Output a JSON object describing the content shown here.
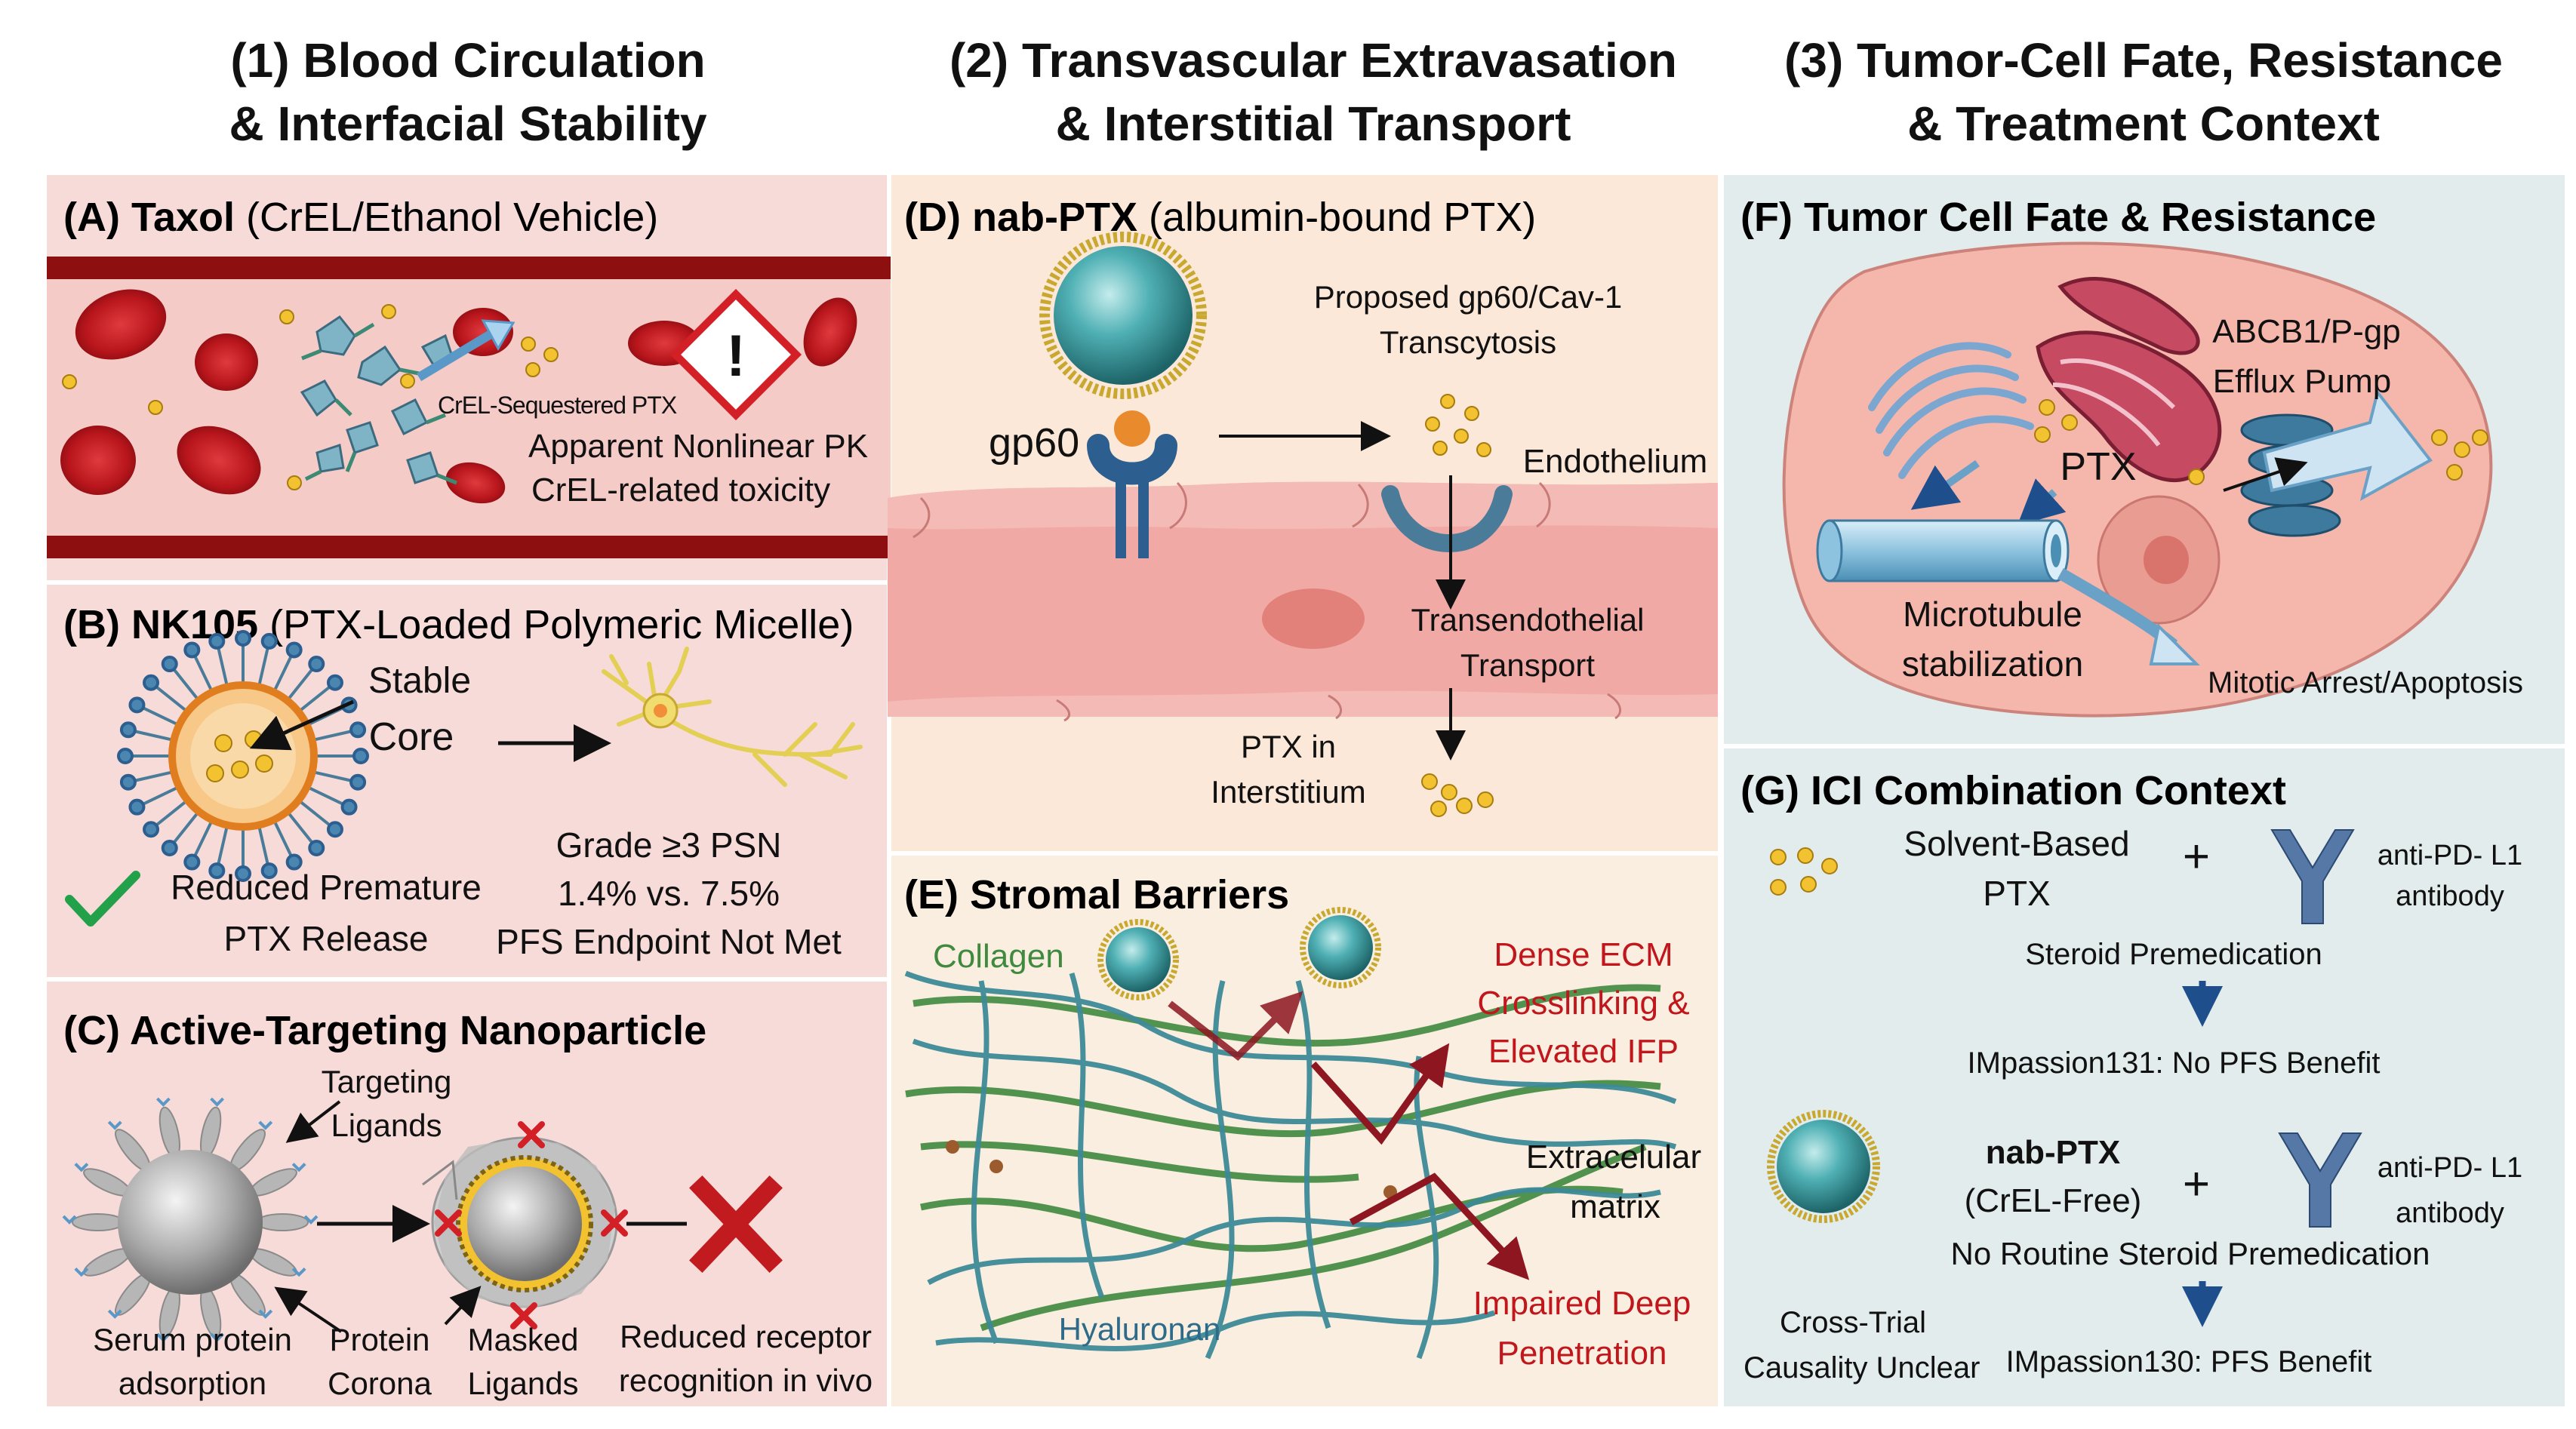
{
  "columns": [
    {
      "line1": "(1) Blood Circulation",
      "line2": "& Interfacial Stability"
    },
    {
      "line1": "(2) Transvascular Extravasation",
      "line2": "& Interstitial Transport"
    },
    {
      "line1": "(3) Tumor-Cell Fate, Resistance",
      "line2": "& Treatment Context"
    }
  ],
  "panel_a": {
    "label_bold": "(A) Taxol",
    "label_rest": " (CrEL/Ethanol Vehicle)",
    "sequestered": "CrEL-Sequestered PTX",
    "pk": "Apparent Nonlinear PK",
    "toxicity": "CrEL-related toxicity",
    "warning_glyph": "!"
  },
  "panel_b": {
    "label_bold": "(B) NK105",
    "label_rest": " (PTX-Loaded Polymeric Micelle)",
    "stable": "Stable",
    "core": "Core",
    "reduced1": "Reduced Premature",
    "reduced2": "PTX Release",
    "grade": "Grade ≥3 PSN",
    "rates": "1.4% vs. 7.5%",
    "pfs": "PFS Endpoint Not Met"
  },
  "panel_c": {
    "label": "(C) Active-Targeting Nanoparticle",
    "targeting1": "Targeting",
    "targeting2": "Ligands",
    "serum1": "Serum protein",
    "serum2": "adsorption",
    "corona1": "Protein",
    "corona2": "Corona",
    "masked1": "Masked",
    "masked2": "Ligands",
    "reduced1": "Reduced receptor",
    "reduced2": "recognition in vivo"
  },
  "panel_d": {
    "label_bold": "(D) nab-PTX",
    "label_rest": " (albumin-bound PTX)",
    "gp60": "gp60",
    "proposed1": "Proposed gp60/Cav-1",
    "proposed2": "Transcytosis",
    "endothelium": "Endothelium",
    "transendo1": "Transendothelial",
    "transendo2": "Transport",
    "ptx1": "PTX in",
    "ptx2": "Interstitium"
  },
  "panel_e": {
    "label": "(E) Stromal Barriers",
    "collagen": "Collagen",
    "dense1": "Dense ECM",
    "dense2": "Crosslinking &",
    "dense3": "Elevated IFP",
    "extra1": "Extracelular",
    "extra2": "matrix",
    "impaired1": "Impaired Deep",
    "impaired2": "Penetration",
    "hyaluronan": "Hyaluronan"
  },
  "panel_f": {
    "label": "(F) Tumor Cell Fate & Resistance",
    "abcb1": "ABCB1/P-gp",
    "efflux": "Efflux Pump",
    "ptx": "PTX",
    "micro1": "Microtubule",
    "micro2": "stabilization",
    "mitotic": "Mitotic Arrest/Apoptosis"
  },
  "panel_g": {
    "label": "(G) ICI Combination Context",
    "solvent1": "Solvent-Based",
    "solvent2": "PTX",
    "plus": "+",
    "anti1": "anti-PD- L1",
    "anti2": "antibody",
    "steroid": "Steroid Premedication",
    "imp131": "IMpassion131:  No PFS Benefit",
    "nab1": "nab-PTX",
    "nab2": "(CrEL-Free)",
    "no_steroid": "No Routine Steroid Premedication",
    "imp130": "IMpassion130: PFS Benefit",
    "cross1": "Cross-Trial",
    "cross2": "Causality Unclear"
  },
  "colors": {
    "panel_pink": "#f7dbd8",
    "panel_peach": "#fbe8d8",
    "panel_cream": "#f9eedf",
    "panel_teal": "#e2ecec",
    "vessel_red": "#8e0f0f",
    "rbc": "#b8161c",
    "sphere_teal": "#2f8e93",
    "gold": "#f2c230",
    "dark_red_text": "#c0161c",
    "arrow_blue": "#1f4e8c",
    "green_check": "#23a04a"
  }
}
